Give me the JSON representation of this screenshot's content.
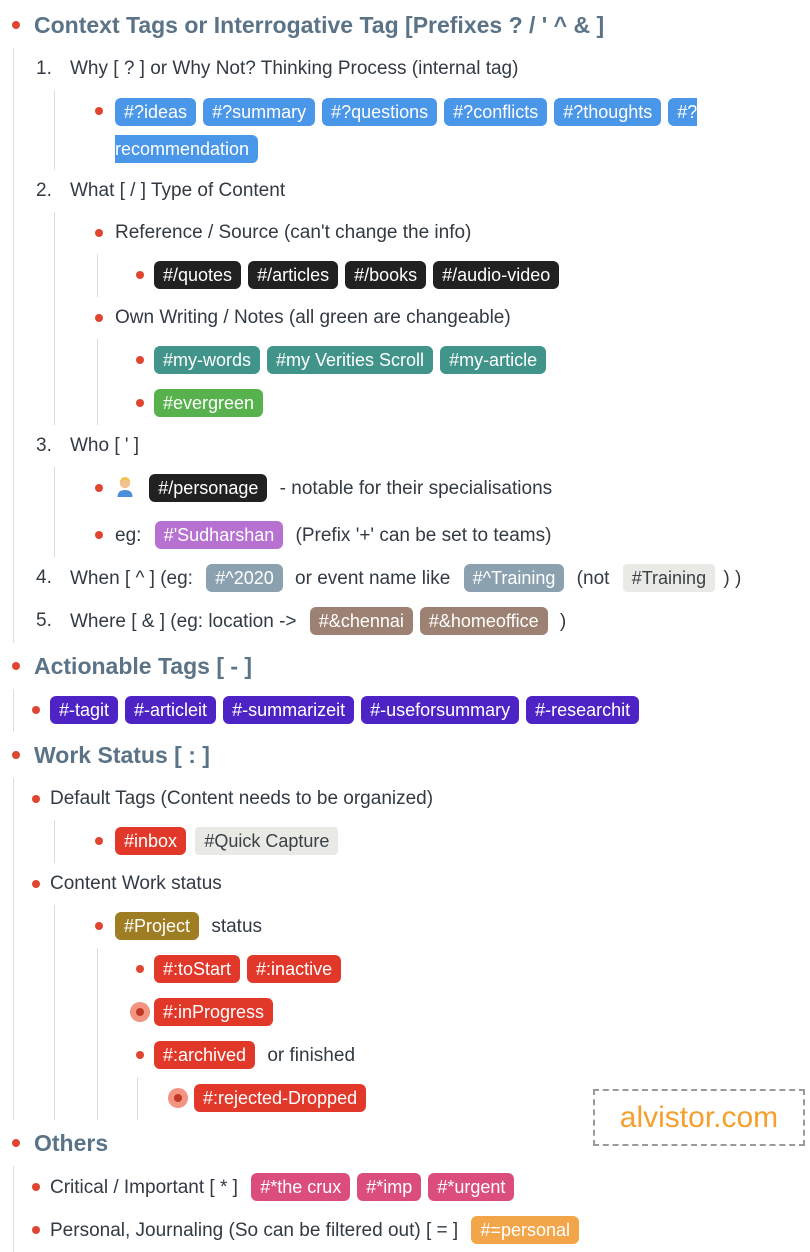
{
  "watermark": {
    "text": "alvistor.com"
  },
  "colors": {
    "heading": "#5b7387",
    "body_text": "#323a43",
    "bullet_dot": "#e0452f",
    "ring_bullet_outer": "#f29480",
    "ring_bullet_core": "#bf3726",
    "indent_guide": "#d9dee4",
    "tag_blue": "#4a96e8",
    "tag_black": "#212121",
    "tag_teal": "#40948a",
    "tag_green": "#57b14c",
    "tag_purple": "#b671d1",
    "tag_slate_gray": "#8ba1b0",
    "tag_light_gray": "#e9e9e6",
    "tag_brown": "#9d8273",
    "tag_indigo": "#4e23c6",
    "tag_red": "#e2382a",
    "tag_olive_gold": "#9f7d23",
    "tag_pink": "#db4d7d",
    "tag_orange": "#f2a549",
    "watermark_orange": "#f59f2e"
  },
  "sections": {
    "context": {
      "title": "Context Tags or Interrogative Tag [Prefixes ? / ' ^ & ]",
      "why": {
        "number": "1.",
        "label": "Why [ ? ] or Why Not? Thinking Process (internal tag)",
        "tags": [
          "#?ideas",
          "#?summary",
          "#?questions",
          "#?conflicts",
          "#?thoughts",
          "#?recommendation"
        ]
      },
      "what": {
        "number": "2.",
        "label": "What [ / ] Type of Content",
        "reference": {
          "label": "Reference / Source (can't change the info)",
          "tags": [
            "#/quotes",
            "#/articles",
            "#/books",
            "#/audio-video"
          ]
        },
        "own_writing": {
          "label": "Own Writing / Notes (all green are changeable)",
          "teal_tags": [
            "#my-words",
            "#my Verities Scroll",
            "#my-article"
          ],
          "green_tags": [
            "#evergreen"
          ]
        }
      },
      "who": {
        "number": "3.",
        "label": "Who [ ' ]",
        "personage": {
          "emoji": "🧑",
          "tag": "#/personage",
          "suffix": "- notable for their specialisations"
        },
        "example": {
          "prefix": "eg:",
          "tag": "#'Sudharshan",
          "suffix": "(Prefix '+' can be set to teams)"
        }
      },
      "when": {
        "number": "4.",
        "prefix": "When [ ^ ] (eg:",
        "tag_year": "#^2020",
        "middle": "or event name like",
        "tag_event": "#^Training",
        "not_text": "(not",
        "tag_plain": "#Training",
        "suffix": ") )"
      },
      "where": {
        "number": "5.",
        "prefix": "Where [ & ] (eg: location ->",
        "tags": [
          "#&chennai",
          "#&homeoffice"
        ],
        "suffix": ")"
      }
    },
    "actionable": {
      "title": "Actionable Tags [ - ]",
      "tags": [
        "#-tagit",
        "#-articleit",
        "#-summarizeit",
        "#-useforsummary",
        "#-researchit"
      ]
    },
    "work_status": {
      "title": "Work Status [ : ]",
      "default_tags": {
        "label": "Default Tags  (Content needs to be organized)",
        "inbox_tag": "#inbox",
        "quick_capture_tag": "#Quick Capture"
      },
      "content_work": {
        "label": "Content Work status",
        "project": {
          "tag": "#Project",
          "suffix": "status",
          "statuses": {
            "row1": [
              "#:toStart",
              "#:inactive"
            ],
            "in_progress": "#:inProgress",
            "archived_tag": "#:archived",
            "archived_suffix": "or finished",
            "rejected": "#:rejected-Dropped"
          }
        }
      }
    },
    "others": {
      "title": "Others",
      "critical": {
        "prefix": "Critical / Important [ * ]",
        "tags": [
          "#*the crux",
          "#*imp",
          "#*urgent"
        ]
      },
      "personal": {
        "prefix": "Personal, Journaling (So can be filtered out) [ = ]",
        "tag": "#=personal"
      }
    }
  }
}
